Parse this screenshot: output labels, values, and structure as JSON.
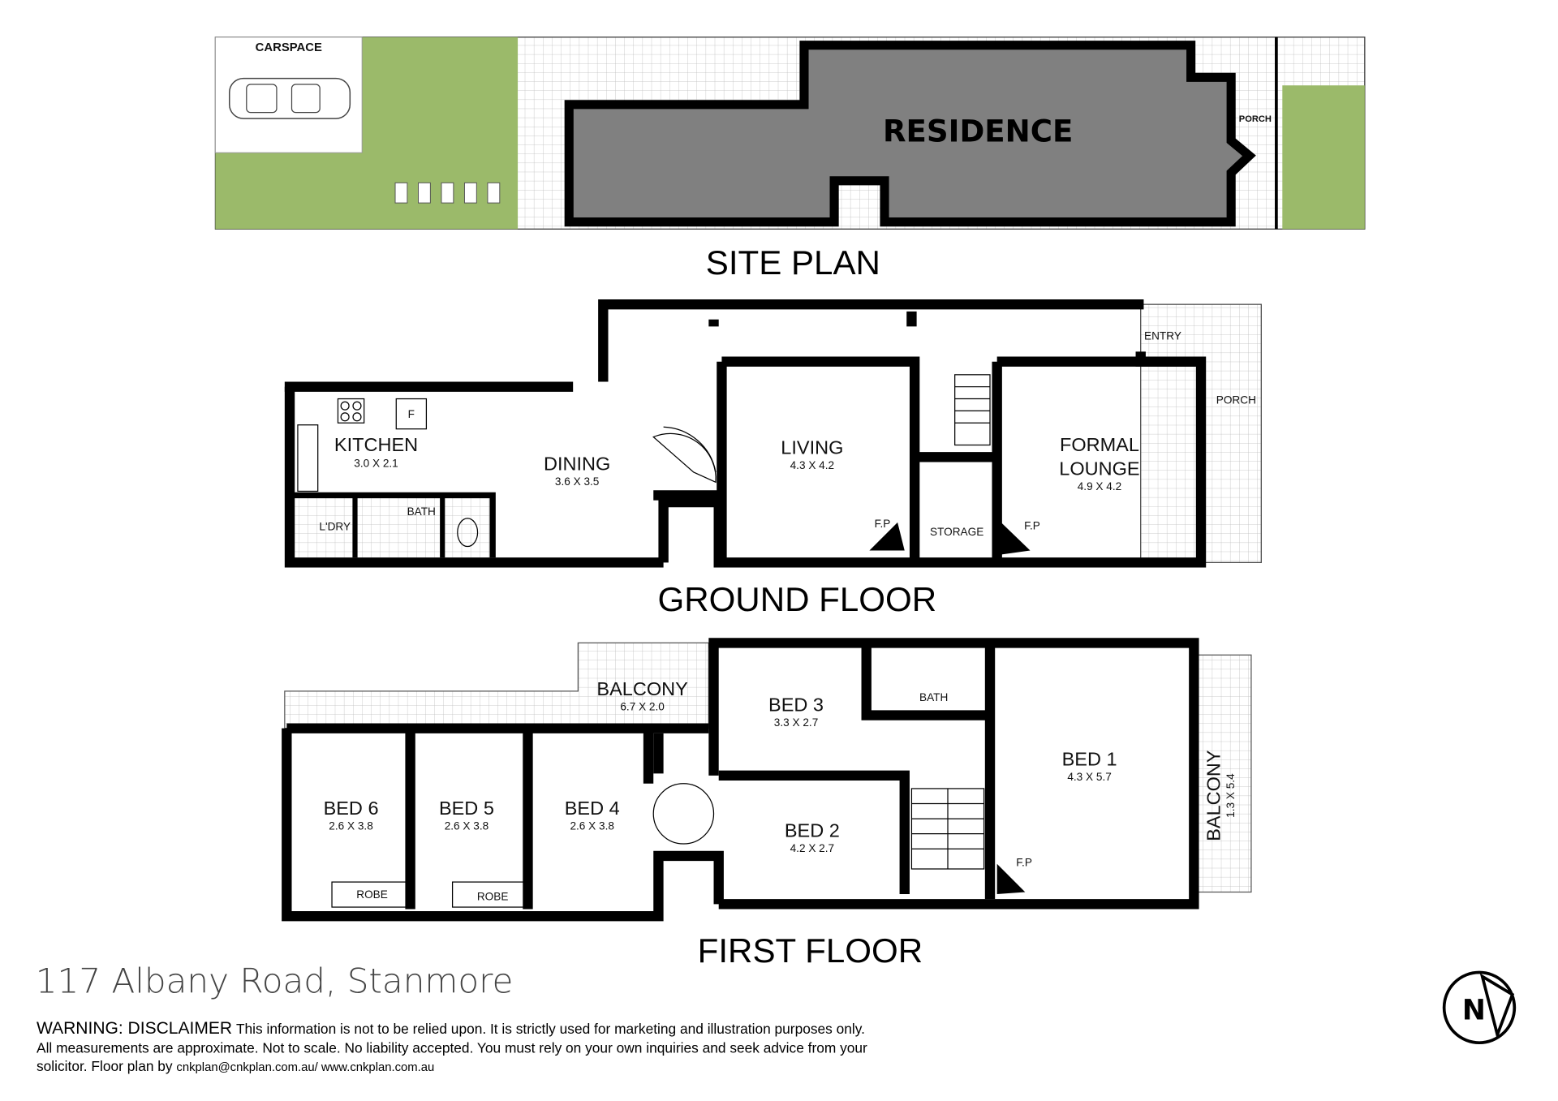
{
  "site_plan": {
    "title": "SITE PLAN",
    "carspace": "CARSPACE",
    "residence": "RESIDENCE",
    "porch": "PORCH"
  },
  "ground_floor": {
    "title": "GROUND FLOOR",
    "rooms": {
      "kitchen": {
        "name": "KITCHEN",
        "dim": "3.0 X 2.1"
      },
      "dining": {
        "name": "DINING",
        "dim": "3.6 X 3.5"
      },
      "living": {
        "name": "LIVING",
        "dim": "4.3 X 4.2"
      },
      "formal_lounge": {
        "name1": "FORMAL",
        "name2": "LOUNGE",
        "dim": "4.9 X 4.2"
      }
    },
    "labels": {
      "entry": "ENTRY",
      "porch": "PORCH",
      "storage": "STORAGE",
      "ldry": "L'DRY",
      "bath": "BATH",
      "fp1": "F.P",
      "fp2": "F.P",
      "fridge": "F"
    }
  },
  "first_floor": {
    "title": "FIRST FLOOR",
    "rooms": {
      "balcony": {
        "name": "BALCONY",
        "dim": "6.7 X 2.0"
      },
      "bed1": {
        "name": "BED 1",
        "dim": "4.3 X 5.7"
      },
      "bed2": {
        "name": "BED 2",
        "dim": "4.2 X 2.7"
      },
      "bed3": {
        "name": "BED 3",
        "dim": "3.3 X 2.7"
      },
      "bed4": {
        "name": "BED 4",
        "dim": "2.6 X 3.8"
      },
      "bed5": {
        "name": "BED 5",
        "dim": "2.6 X 3.8"
      },
      "bed6": {
        "name": "BED 6",
        "dim": "2.6 X 3.8"
      },
      "balcony2": {
        "name": "BALCONY",
        "dim": "1.3 X 5.4"
      }
    },
    "labels": {
      "bath": "BATH",
      "robe1": "ROBE",
      "robe2": "ROBE",
      "fp": "F.P"
    }
  },
  "address": "117 Albany Road, Stanmore",
  "disclaimer": {
    "heading": "WARNING: DISCLAIMER",
    "line1": "This information is not to be relied upon. It is strictly used for marketing and illustration purposes only.",
    "line2": "All measurements are approximate. Not to scale. No liability accepted. You must rely on your own inquiries and seek advice from your",
    "line3": "solicitor. Floor plan by",
    "contact": "cnkplan@cnkplan.com.au/ www.cnkplan.com.au"
  },
  "compass": {
    "letter": "N"
  },
  "colors": {
    "lawn": "#9bba6a",
    "residence": "#808080",
    "wall": "#000000"
  }
}
